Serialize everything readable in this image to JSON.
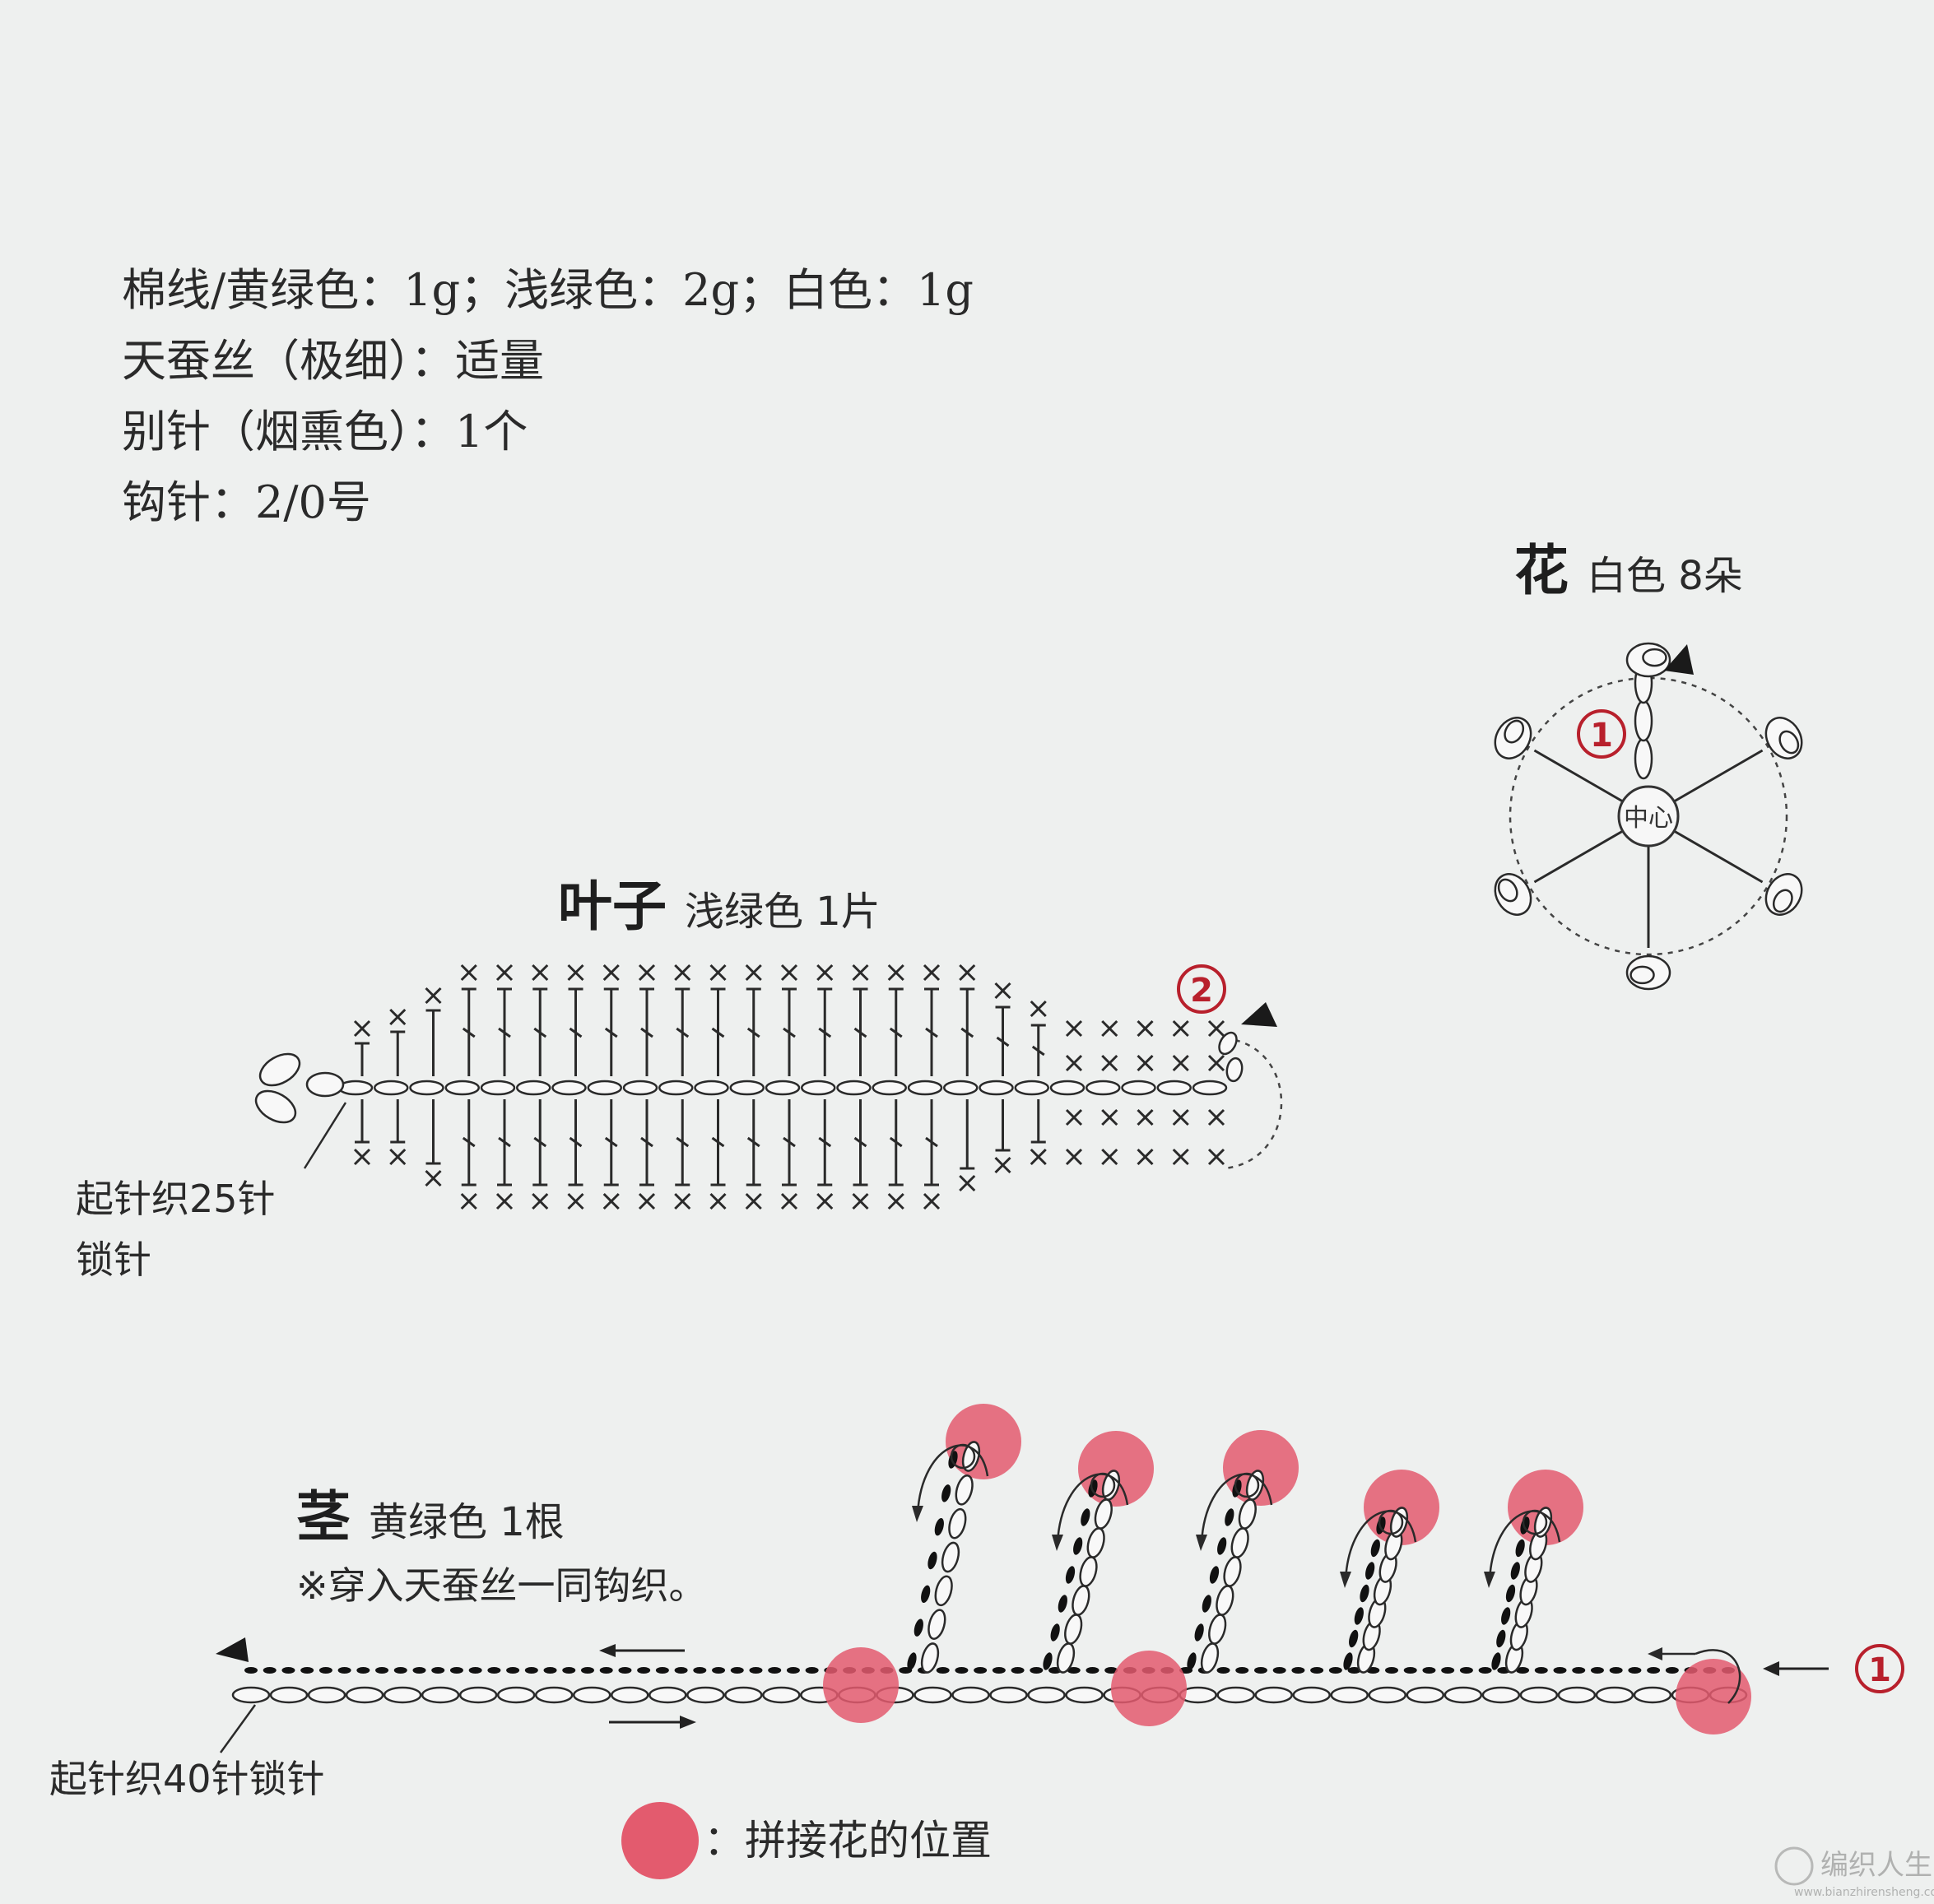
{
  "materials": [
    "棉线/黄绿色：1g；浅绿色：2g；白色：1g",
    "天蚕丝（极细）：适量",
    "别针（烟熏色）：1个",
    "钩针：2/0号"
  ],
  "flower": {
    "title": "花",
    "subtitle": "白色 8朵",
    "center_label": "中心",
    "round_marker": "①"
  },
  "leaf": {
    "title": "叶子",
    "subtitle": "浅绿色 1片",
    "round_marker": "②",
    "start_note_line1": "起针织25针",
    "start_note_line2": "锁针"
  },
  "stem": {
    "title": "茎",
    "subtitle": "黄绿色 1根",
    "note": "※穿入天蚕丝一同钩织。",
    "start_note": "起针织40针锁针",
    "round_marker": "①"
  },
  "legend": {
    "text": "：拼接花的位置"
  },
  "watermark": {
    "text": "编织人生",
    "url": "www.bianzhirensheng.com"
  },
  "colors": {
    "background": "#eef0ef",
    "ink": "#222222",
    "marker_red": "#b8202c",
    "join_pink": "#e35b6e"
  }
}
